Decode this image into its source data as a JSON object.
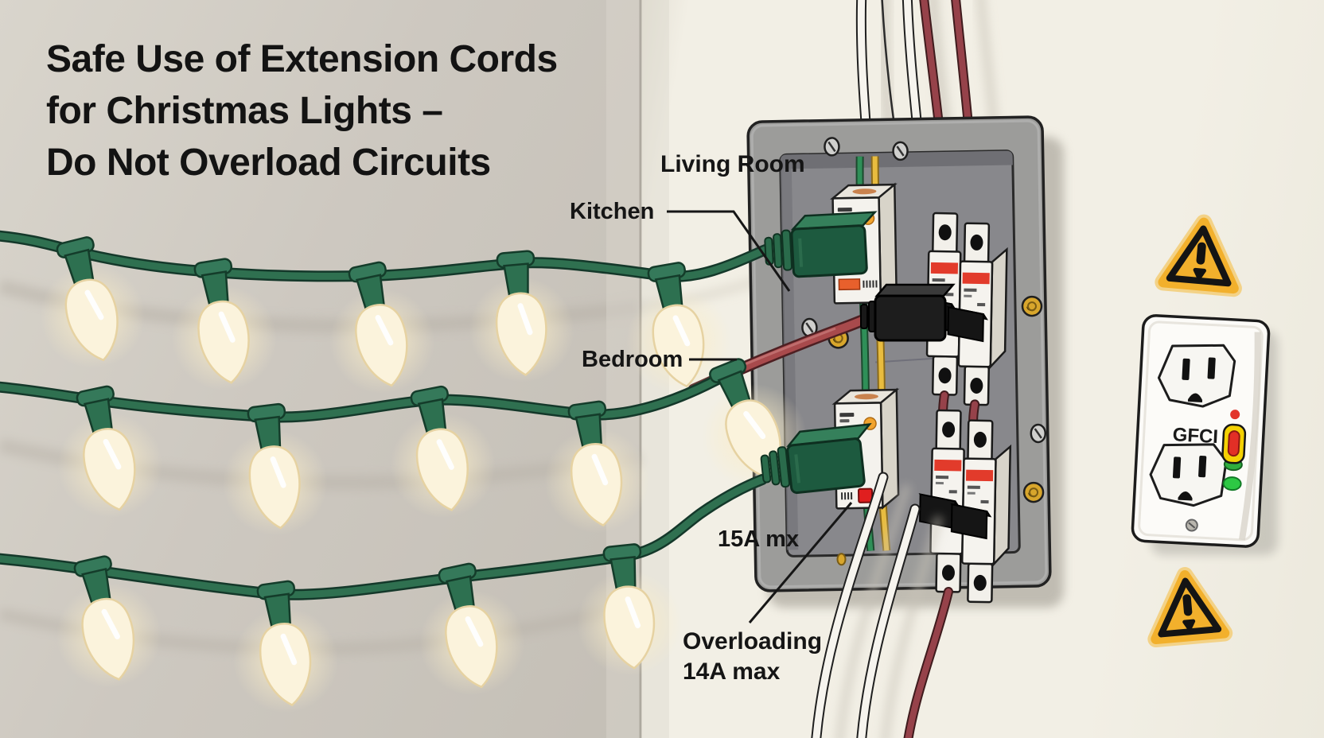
{
  "title": {
    "line1": "Safe Use of Extension Cords",
    "line2": "for Christmas Lights –",
    "line3": "Do Not Overload Circuits"
  },
  "labels": {
    "living_room": "Living Room",
    "kitchen": "Kitchen",
    "bedroom": "Bedroom",
    "rating": "15A mx",
    "overloading_line1": "Overloading",
    "overloading_line2": "14A max",
    "gfci": "GFCI"
  },
  "scene": {
    "light_strings": [
      {
        "name": "top-string",
        "bulbs": 5,
        "plugged_into": "panel via green plug"
      },
      {
        "name": "middle-string",
        "bulbs": 5,
        "note": "ends in terminal bulb near panel"
      },
      {
        "name": "bottom-string",
        "bulbs": 4,
        "plugged_into": "panel via green plug"
      }
    ],
    "panel": {
      "breaker_pairs": 2,
      "white_modules": 2,
      "green_plugs": 2,
      "black_plugs": 1,
      "red_circuit_cords": 1
    },
    "gfci_outlet": {
      "receptacles": 2,
      "has_reset_button": true,
      "indicator_lights": [
        "red",
        "green"
      ]
    },
    "warning_triangles": 2
  },
  "colors": {
    "wall_left": "#cdc8c0",
    "wall_right": "#f2efe5",
    "cord_green": "#2f7050",
    "bulb_warm": "#fbf3dc",
    "warning_amber": "#f2b02c",
    "alert_red": "#e23b2b",
    "panel_gray": "#9c9c9a",
    "gfci_green": "#2dc844",
    "red_cord": "#a84a4c"
  }
}
